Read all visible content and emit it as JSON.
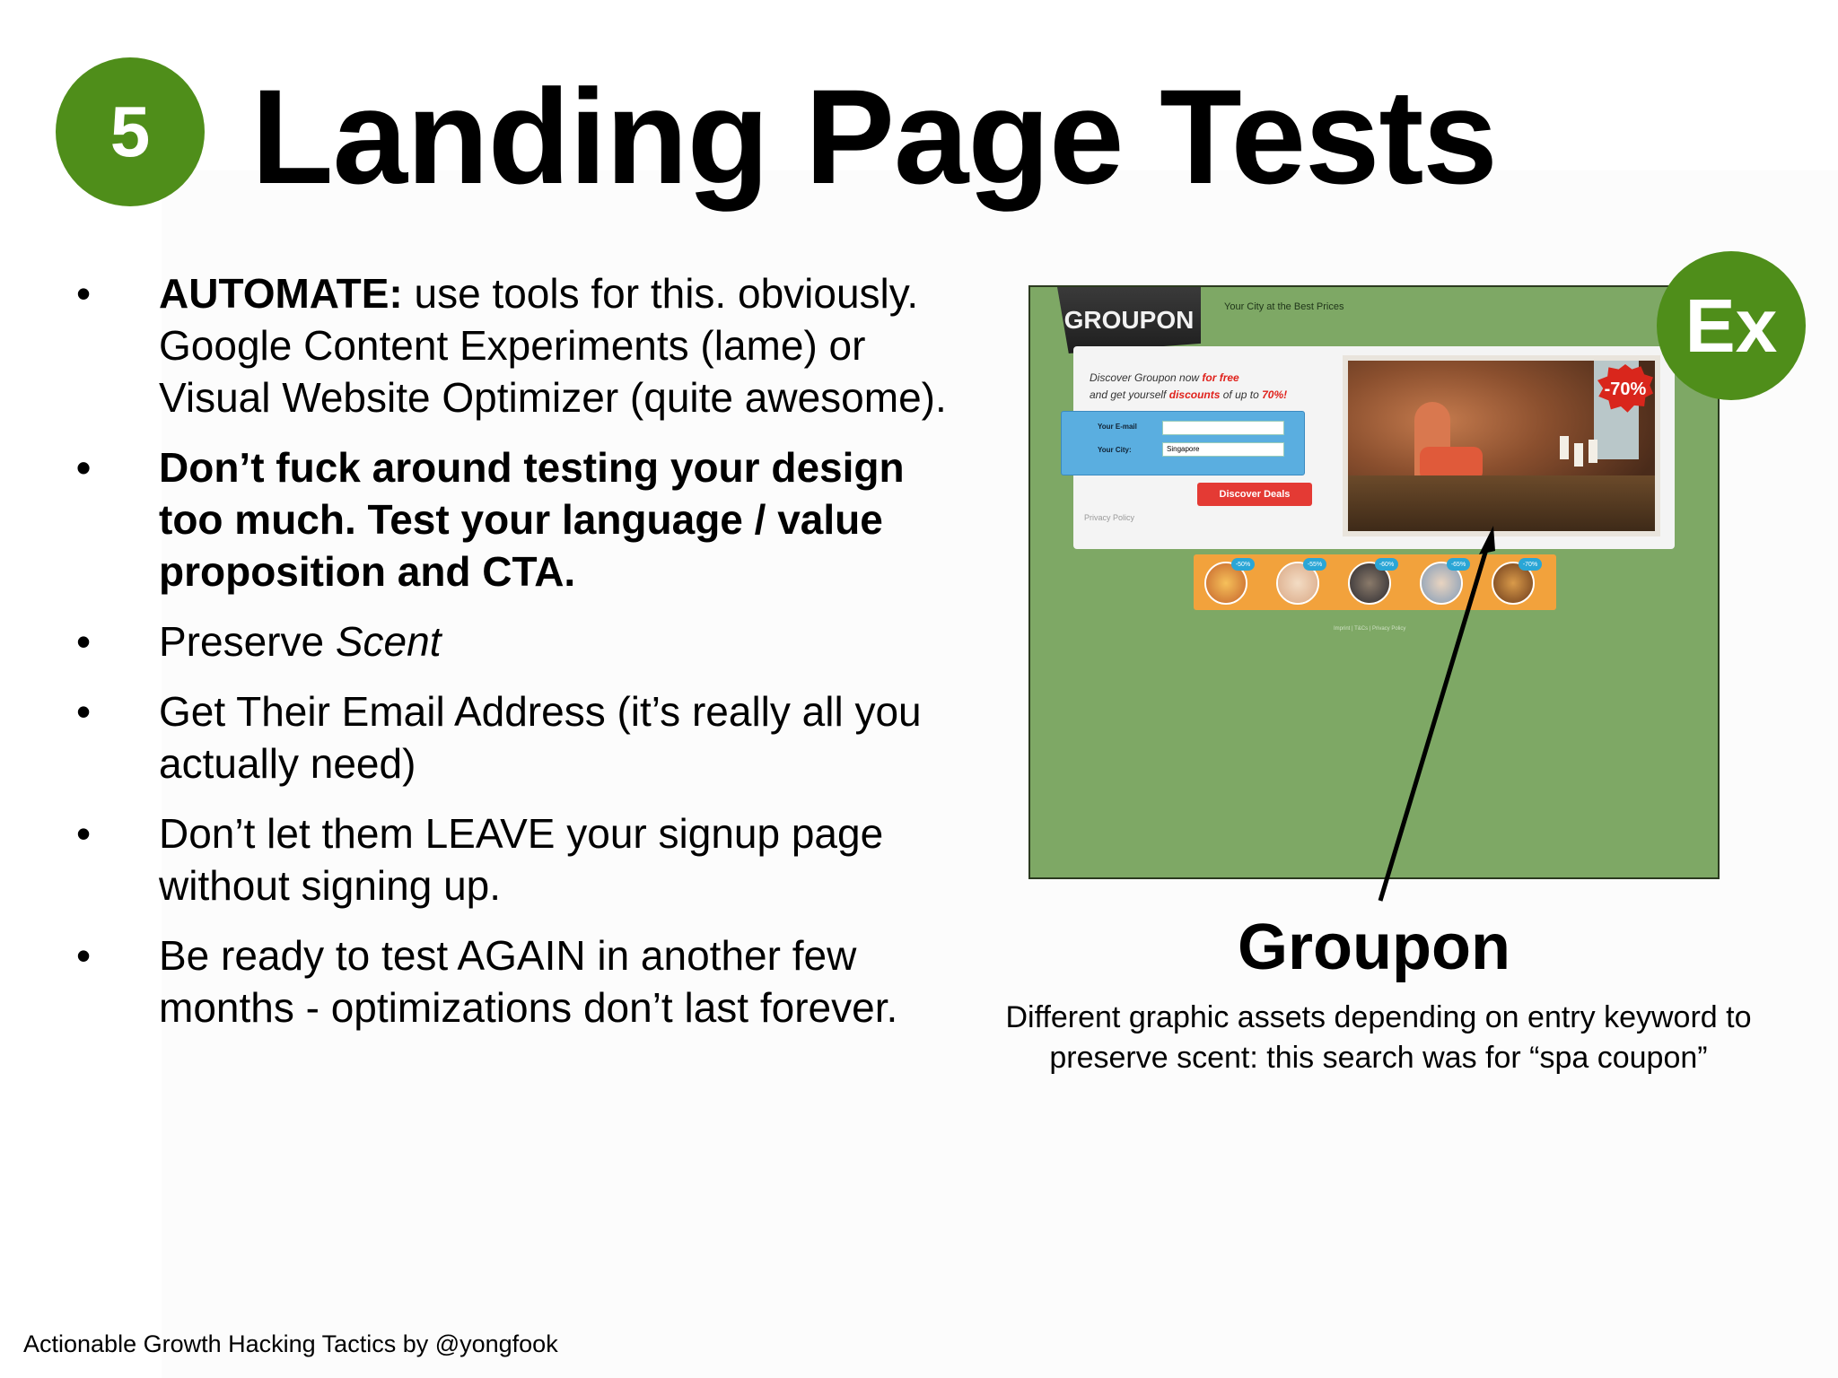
{
  "slide": {
    "number": "5",
    "title": "Landing Page Tests",
    "bullets": [
      {
        "bold": "AUTOMATE:",
        "text": " use tools for this. obviously. Google Content Experiments (lame) or Visual Website Optimizer (quite awesome)."
      },
      {
        "bold": "Don’t fuck around testing your design too much. Test your language / value proposition and CTA."
      },
      {
        "text": "Preserve ",
        "italic": "Scent"
      },
      {
        "text": "Get Their Email Address (it’s really all you actually need)"
      },
      {
        "text": "Don’t let them LEAVE your signup page without signing up."
      },
      {
        "text": "Be ready to test AGAIN in another few months - optimizations don’t last forever."
      }
    ],
    "example_badge": "Ex",
    "caption_title": "Groupon",
    "caption_text": "Different graphic assets depending on entry keyword to preserve scent: this search was for “spa coupon”",
    "footer": "Actionable Growth Hacking Tactics by @yongfook"
  },
  "screenshot": {
    "logo": "GROUPON",
    "tagline": "Your City at the Best Prices",
    "promo_line1_a": "Discover Groupon now ",
    "promo_line1_b": "for free",
    "promo_line2_a": "and get yourself ",
    "promo_line2_b": "discounts",
    "promo_line2_c": " of up to ",
    "promo_line2_d": "70%!",
    "email_label": "Your E-mail",
    "city_label": "Your City:",
    "city_value": "Singapore",
    "button": "Discover Deals",
    "privacy": "Privacy Policy",
    "discount_badge": "-70%",
    "thumb_badges": [
      "-50%",
      "-55%",
      "-60%",
      "-65%",
      "-70%"
    ],
    "footer_links": "Imprint | T&Cs | Privacy Policy"
  },
  "colors": {
    "accent_green": "#4f8e1a",
    "screenshot_bg": "#7ea865",
    "promo_red": "#e0221c",
    "form_blue": "#5aaee0"
  }
}
